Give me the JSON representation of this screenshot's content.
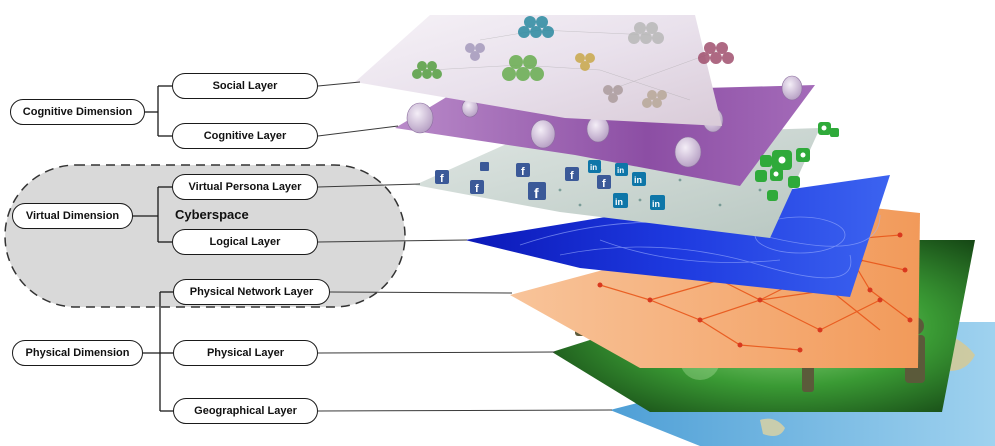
{
  "dimensions": {
    "cognitive": "Cognitive Dimension",
    "virtual": "Virtual Dimension",
    "physical": "Physical Dimension"
  },
  "layers": {
    "social": "Social Layer",
    "cognitive": "Cognitive Layer",
    "virtual_persona": "Virtual Persona Layer",
    "logical": "Logical Layer",
    "physical_network": "Physical Network Layer",
    "physical": "Physical Layer",
    "geographical": "Geographical Layer"
  },
  "cyberspace_label": "Cyberspace",
  "colors": {
    "social_plane": "#ece7f0",
    "cognitive_plane": "#9a5fb0",
    "persona_plane": "#c9d3cf",
    "logical_plane": "#1a2fd6",
    "network_plane": "#f6b27e",
    "physical_plane": "#2f7d2a",
    "geo_plane": "#6fb6e3",
    "cyberspace_fill": "#d6d6d6",
    "facebook": "#3b5998",
    "linkedin": "#0e76a8",
    "phone_green": "#2faa3a"
  },
  "icons": {
    "social_network_icon": "facebook-icon",
    "professional_network_icon": "linkedin-icon",
    "call_icon": "phone-icon",
    "person_icon": "human-head-icon",
    "soldier_icon": "soldier-icon"
  }
}
